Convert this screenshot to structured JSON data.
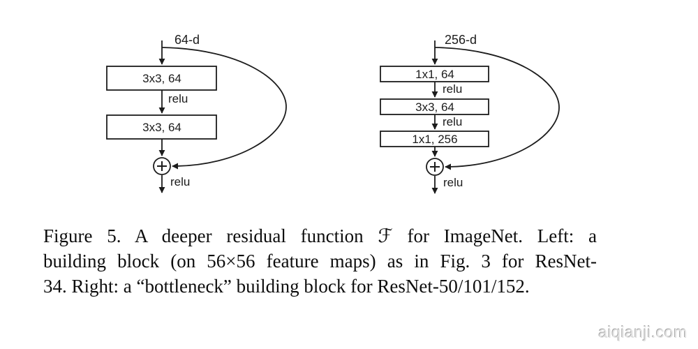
{
  "figure": {
    "left": {
      "input_label": "64-d",
      "blocks": [
        "3x3, 64",
        "3x3, 64"
      ],
      "relu_mid": "relu",
      "relu_out": "relu",
      "add_symbol": "+"
    },
    "right": {
      "input_label": "256-d",
      "blocks": [
        "1x1, 64",
        "3x3, 64",
        "1x1, 256"
      ],
      "relu_mid1": "relu",
      "relu_mid2": "relu",
      "relu_out": "relu",
      "add_symbol": "+"
    },
    "caption": {
      "line1": "Figure 5. A deeper residual function ℱ for ImageNet.  Left:  a",
      "line2": "building block (on 56×56 feature maps) as in Fig. 3 for ResNet-",
      "line3": "34. Right: a “bottleneck” building block for ResNet-50/101/152."
    },
    "watermark": "aiqianji.com",
    "colors": {
      "stroke": "#1c1c1c",
      "background": "#ffffff",
      "watermark_gray": "#c9c9c9"
    }
  }
}
